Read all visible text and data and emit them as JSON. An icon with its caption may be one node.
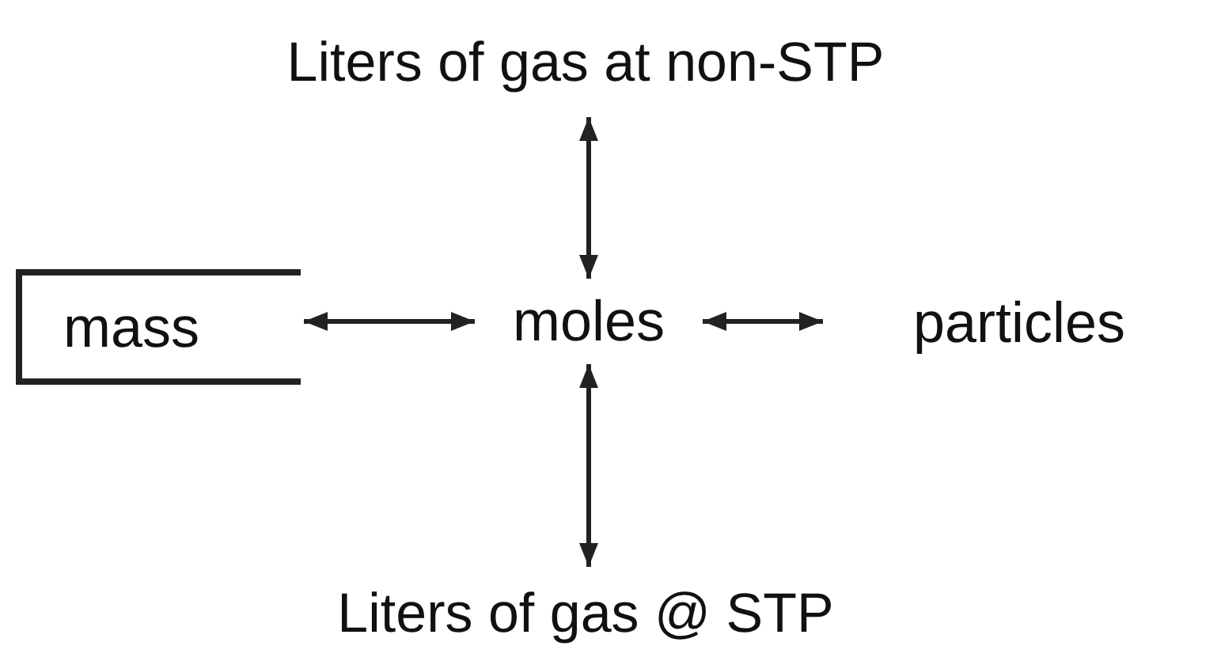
{
  "diagram": {
    "nodes": [
      {
        "text": [
          "Liters of gas at non-STP"
        ]
      },
      {
        "text": [
          "mass"
        ]
      },
      {
        "text": [
          "moles"
        ]
      },
      {
        "text": [
          "particles"
        ]
      },
      {
        "text": [
          "Liters of gas @ STP"
        ]
      }
    ],
    "edges": [
      {
        "from": 2,
        "to": 0,
        "arrow": "both"
      },
      {
        "from": 1,
        "to": 2,
        "arrow": "both"
      },
      {
        "from": 2,
        "to": 3,
        "arrow": "both"
      },
      {
        "from": 2,
        "to": 4,
        "arrow": "both"
      }
    ]
  }
}
